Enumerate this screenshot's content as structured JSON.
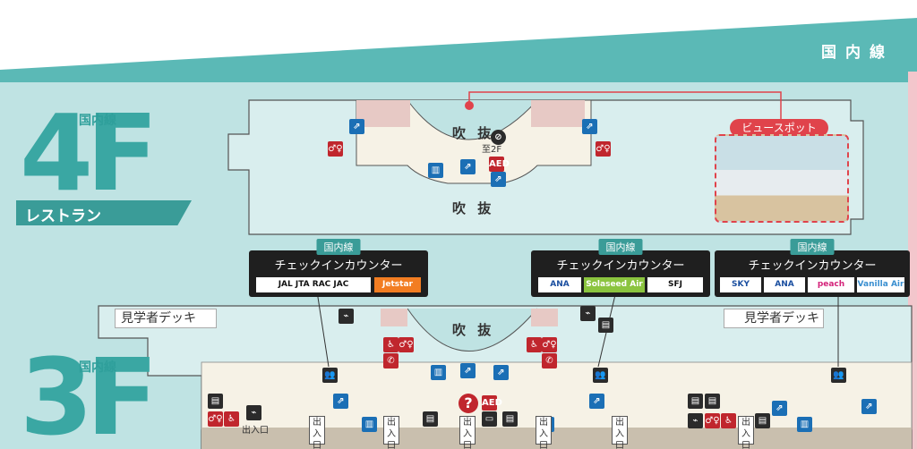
{
  "header": {
    "domestic_label": "国内線"
  },
  "floor4": {
    "number": "4F",
    "sub": "国内線",
    "tag": "レストラン",
    "atrium_upper": "吹 抜",
    "atrium_lower": "吹 抜",
    "to2f": "至2F",
    "view_spot": "ビュースポット"
  },
  "floor3": {
    "number": "3F",
    "sub": "国内線",
    "atrium": "吹 抜",
    "deck_left": "見学者デッキ",
    "deck_right": "見学者デッキ",
    "exit_small": "出入口",
    "exit_label": "出入口",
    "counters": [
      {
        "tag": "国内線",
        "title": "チェックインカウンター",
        "airlines": [
          "JAL JTA RAC JAC",
          "Jetstar"
        ]
      },
      {
        "tag": "国内線",
        "title": "チェックインカウンター",
        "airlines": [
          "ANA",
          "Solaseed Air",
          "SFJ"
        ]
      },
      {
        "tag": "国内線",
        "title": "チェックインカウンター",
        "airlines": [
          "SKY",
          "ANA",
          "peach",
          "Vanilla Air"
        ]
      }
    ]
  },
  "icons": {
    "aed": "AED",
    "info": "?",
    "elevator": "elevator-icon",
    "escalator": "escalator-icon",
    "restroom": "restroom-icon",
    "wheelchair": "wheelchair-icon",
    "smoking": "smoking-icon"
  },
  "colors": {
    "teal": "#3aa7a3",
    "light_teal": "#bfe3e3",
    "floor": "#f6f2e6",
    "accent_red": "#e0434b",
    "blue": "#1b6fb5"
  }
}
